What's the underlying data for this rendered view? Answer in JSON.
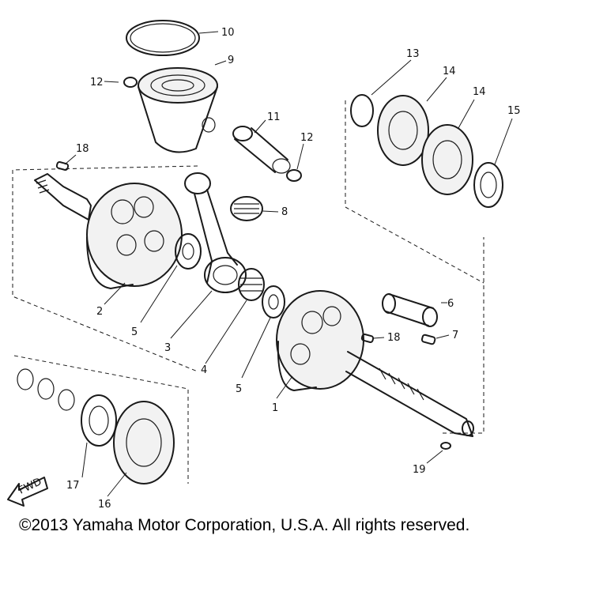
{
  "parts": [
    {
      "num": "1",
      "name": "crank-right"
    },
    {
      "num": "2",
      "name": "crank-left"
    },
    {
      "num": "3",
      "name": "connecting-rod"
    },
    {
      "num": "4",
      "name": "bearing-big-end"
    },
    {
      "num": "5",
      "name": "thrust-washer"
    },
    {
      "num": "6",
      "name": "spacer-sleeve"
    },
    {
      "num": "7",
      "name": "key"
    },
    {
      "num": "8",
      "name": "bearing-small-end"
    },
    {
      "num": "9",
      "name": "piston"
    },
    {
      "num": "10",
      "name": "piston-ring"
    },
    {
      "num": "11",
      "name": "piston-pin"
    },
    {
      "num": "12",
      "name": "circlip"
    },
    {
      "num": "13",
      "name": "shim"
    },
    {
      "num": "14",
      "name": "bearing"
    },
    {
      "num": "15",
      "name": "oil-seal"
    },
    {
      "num": "16",
      "name": "bearing"
    },
    {
      "num": "17",
      "name": "oil-seal"
    },
    {
      "num": "18",
      "name": "key"
    },
    {
      "num": "19",
      "name": "key"
    }
  ],
  "fwd_label": "FWD",
  "copyright": "©2013 Yamaha Motor Corporation, U.S.A. All rights reserved."
}
